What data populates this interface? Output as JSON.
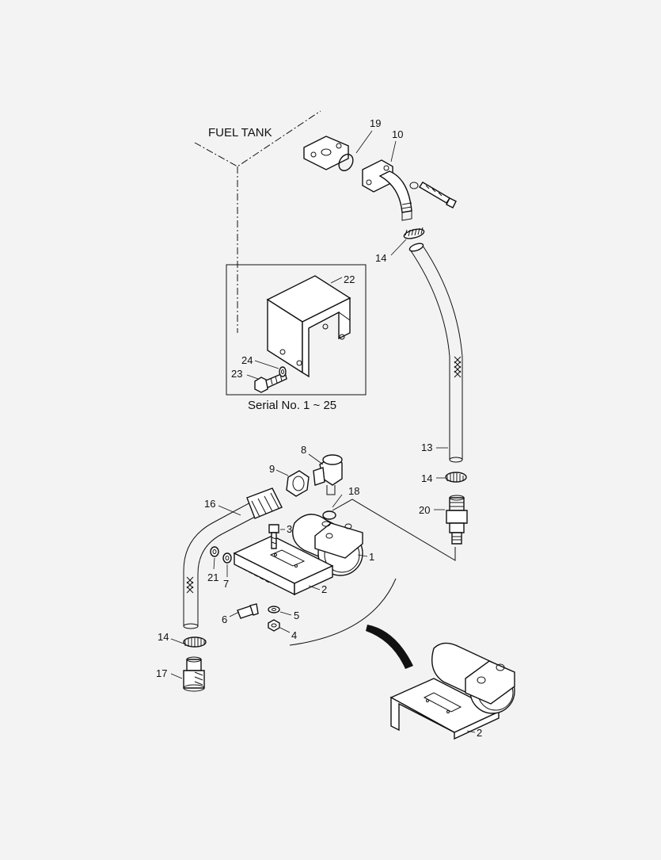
{
  "diagram": {
    "fuel_tank_label": "FUEL TANK",
    "inset_caption": "Serial No. 1 ~ 25",
    "callouts": {
      "c1": "1",
      "c2a": "2",
      "c2b": "2",
      "c3": "3",
      "c4": "4",
      "c5": "5",
      "c6": "6",
      "c7": "7",
      "c8": "8",
      "c9": "9",
      "c10": "10",
      "c13": "13",
      "c14a": "14",
      "c14b": "14",
      "c14c": "14",
      "c16": "16",
      "c17": "17",
      "c18": "18",
      "c19": "19",
      "c20": "20",
      "c21": "21",
      "c22": "22",
      "c23": "23",
      "c24": "24"
    }
  }
}
